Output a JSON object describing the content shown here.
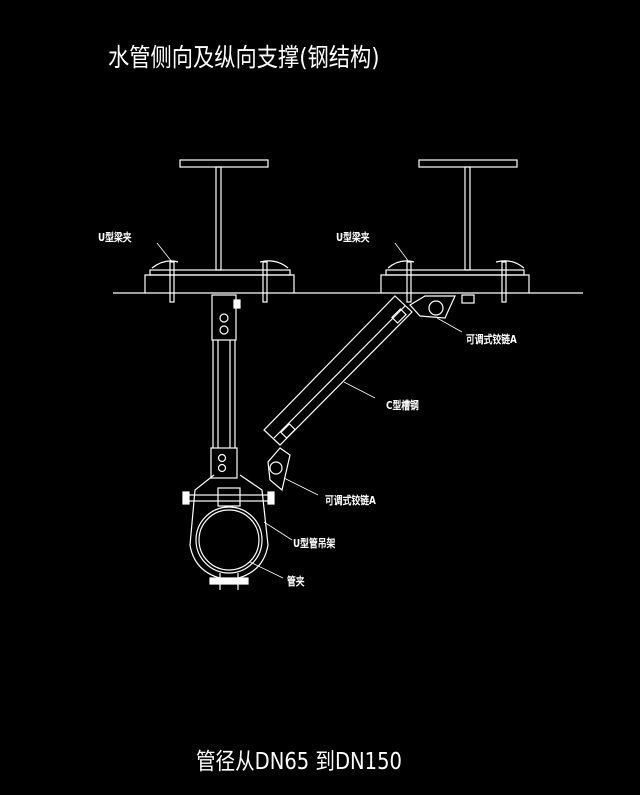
{
  "title": "水管侧向及纵向支撑(钢结构)",
  "footer": "管径从DN65 到DN150",
  "labels": {
    "beam_clamp_left": "U型梁夹",
    "beam_clamp_right": "U型梁夹",
    "hinge_top": "可调式铰链A",
    "channel": "C型槽钢",
    "hinge_bottom": "可调式铰链A",
    "pipe_hanger": "U型管吊架",
    "pipe_clamp": "管夹"
  }
}
